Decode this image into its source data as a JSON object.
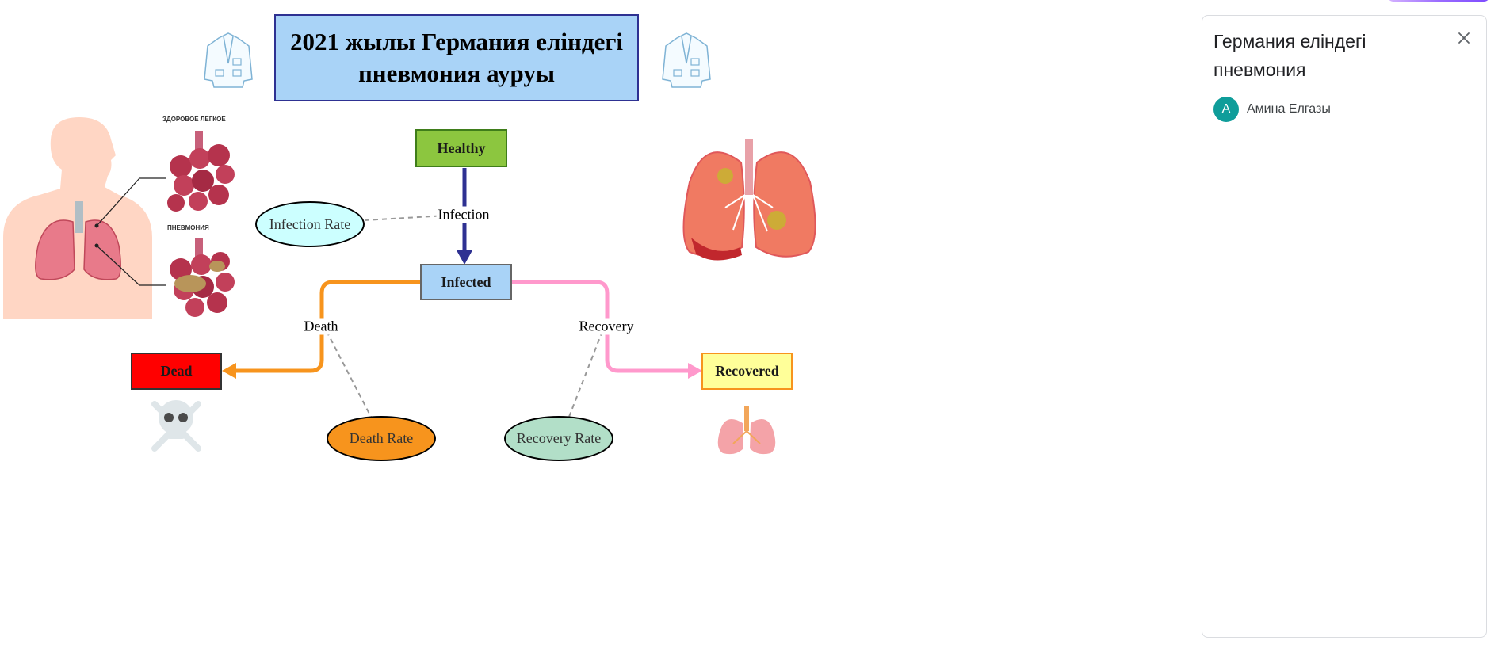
{
  "diagram": {
    "title_line1": "2021 жылы Германия еліндегі",
    "title_line2": "пневмония ауруы",
    "healthy_image_label": "ЗДОРОВОЕ ЛЕГКОЕ",
    "pneumonia_image_label": "ПНЕВМОНИЯ",
    "stocks": {
      "healthy": "Healthy",
      "infected": "Infected",
      "dead": "Dead",
      "recovered": "Recovered"
    },
    "flows": {
      "infection": "Infection",
      "death": "Death",
      "recovery": "Recovery"
    },
    "parameters": {
      "infection_rate": "Infection Rate",
      "death_rate": "Death Rate",
      "recovery_rate": "Recovery Rate"
    },
    "colors": {
      "healthy_fill": "#8cc63f",
      "infected_fill": "#a9d3f7",
      "dead_fill": "#ff0000",
      "recovered_fill": "#ffff99",
      "infection_arrow": "#2e3192",
      "death_arrow": "#f7941d",
      "recovery_arrow": "#ff99cc",
      "infection_rate_fill": "#ccffff",
      "death_rate_fill": "#f7941d",
      "recovery_rate_fill": "#b2dfc8"
    },
    "icons": [
      "doctor-coat-icon",
      "lungs-icon",
      "skull-crossbones-icon",
      "human-anatomy-icon"
    ]
  },
  "panel": {
    "title": "Германия еліндегі пневмония",
    "close_icon": "close-icon",
    "user": {
      "initial": "A",
      "name": "Амина Елгазы"
    }
  }
}
